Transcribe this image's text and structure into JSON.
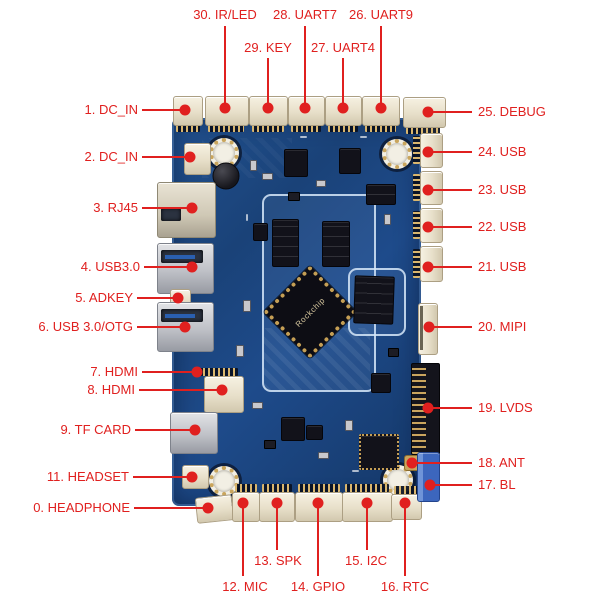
{
  "diagram_type": "pcb-port-annotation",
  "board": {
    "cpu_label": "Rockchip"
  },
  "colors": {
    "label_red": "#e0201f",
    "pcb_blue": "#1e4b8b",
    "connector_beige": "#ece4cf",
    "metal_grey": "#bfc1c7",
    "chip_black": "#12121a",
    "shield_outline": "#d6e7f8",
    "pin_gold": "#c59f55",
    "bl_connector_blue": "#3c66bd",
    "background": "#ffffff"
  },
  "labels": {
    "top": [
      "30. IR/LED",
      "29. KEY",
      "28. UART7",
      "27. UART4",
      "26. UART9"
    ],
    "left": [
      "1. DC_IN",
      "2. DC_IN",
      "3. RJ45",
      "4. USB3.0",
      "5. ADKEY",
      "6. USB 3.0/OTG",
      "7. HDMI",
      "8. HDMI",
      "9. TF CARD",
      "11. HEADSET",
      "0. HEADPHONE"
    ],
    "right": [
      "25. DEBUG",
      "24. USB",
      "23. USB",
      "22. USB",
      "21. USB",
      "20. MIPI",
      "19. LVDS",
      "18. ANT",
      "17. BL"
    ],
    "bottom": [
      "12. MIC",
      "13. SPK",
      "14. GPIO",
      "15. I2C",
      "16. RTC"
    ]
  }
}
